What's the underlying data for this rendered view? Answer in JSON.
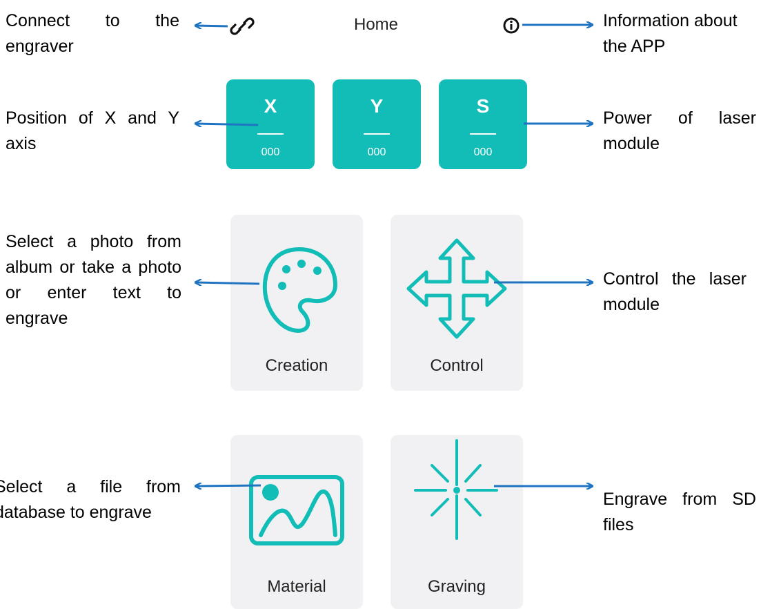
{
  "header": {
    "title": "Home"
  },
  "stats": [
    {
      "letter": "X",
      "value": "000"
    },
    {
      "letter": "Y",
      "value": "000"
    },
    {
      "letter": "S",
      "value": "000"
    }
  ],
  "tiles": {
    "creation": "Creation",
    "control": "Control",
    "material": "Material",
    "graving": "Graving"
  },
  "annotations": {
    "connect": "Connect to the engraver",
    "info": "Information about the APP",
    "position": "Position of X and Y axis",
    "power": "Power of laser module",
    "creation": "Select a photo from album or take a photo or enter text to engrave",
    "control": "Control the laser module",
    "material": "Select a file from database to engrave",
    "graving": "Engrave from SD files"
  },
  "colors": {
    "accent": "#13bdb7",
    "arrow": "#1f74c2",
    "tile_bg": "#f1f1f3"
  },
  "icons": [
    "link-icon",
    "info-icon",
    "palette-icon",
    "move-arrows-icon",
    "image-icon",
    "laser-burst-icon"
  ]
}
